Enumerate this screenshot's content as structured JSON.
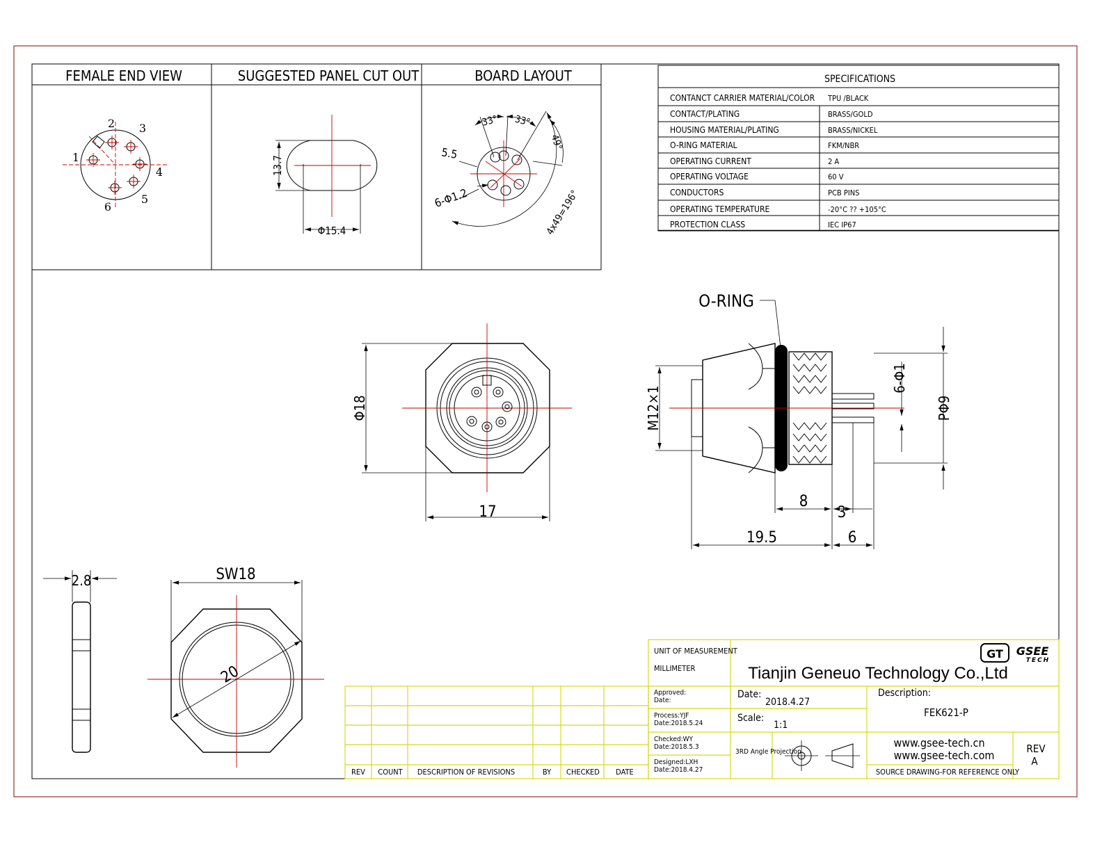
{
  "views": {
    "female_end_view": "FEMALE END VIEW",
    "panel_cut_out": "SUGGESTED PANEL CUT OUT",
    "board_layout": "BOARD   LAYOUT"
  },
  "pin_numbers": [
    "1",
    "2",
    "3",
    "4",
    "5",
    "6"
  ],
  "panel_dims": {
    "height": "13.7",
    "width": "Φ15.4"
  },
  "board_dims": {
    "a1": "33°",
    "a2": "33°",
    "a3": "49°",
    "circle": "5.5",
    "holes": "6-Φ1.2",
    "arc": "4x49=196°"
  },
  "specifications": {
    "title": "SPECIFICATIONS",
    "rows": [
      {
        "label": "CONTANCT CARRIER MATERIAL/COLOR",
        "value": "TPU /BLACK"
      },
      {
        "label": "CONTACT/PLATING",
        "value": "BRASS/GOLD"
      },
      {
        "label": "HOUSING MATERIAL/PLATING",
        "value": "BRASS/NICKEL"
      },
      {
        "label": "O-RING  MATERIAL",
        "value": "FKM/NBR"
      },
      {
        "label": "OPERATING CURRENT",
        "value": "2 A"
      },
      {
        "label": "OPERATING VOLTAGE",
        "value": "60 V"
      },
      {
        "label": "CONDUCTORS",
        "value": "PCB PINS"
      },
      {
        "label": "OPERATING TEMPERATURE",
        "value": "-20°C ?? +105°C"
      },
      {
        "label": "PROTECTION CLASS",
        "value": "IEC  IP67"
      }
    ]
  },
  "front_view_dims": {
    "dia": "Φ18",
    "width": "17"
  },
  "side_view_dims": {
    "oring": "O-RING",
    "thread": "M12×1",
    "pins": "6-Φ1",
    "pitch": "PΦ9",
    "d8": "8",
    "d3": "3",
    "d195": "19.5",
    "d6": "6"
  },
  "nut_dims": {
    "thick": "2.8",
    "sw": "SW18",
    "dia": "20"
  },
  "revision_table": {
    "headers": [
      "REV",
      "COUNT",
      "DESCRIPTION  OF  REVISIONS",
      "BY",
      "CHECKED",
      "DATE"
    ]
  },
  "title_block": {
    "unit_label": "UNIT OF MEASUREMENT",
    "unit_value": "MILLIMETER",
    "company": "Tianjin Geneuo Technology Co.,Ltd",
    "logo_text": "GT",
    "logo_brand": "GSEE",
    "logo_sub": "TECH",
    "approved_label": "Approved:",
    "approved_date": "Date:",
    "date_label": "Date:",
    "date_value": "2018.4.27",
    "description_label": "Description:",
    "description_value": "FEK621-P",
    "process_label": "Process:YJF",
    "process_date": "Date:2018.5.24",
    "scale_label": "Scale:",
    "scale_value": "1:1",
    "checked_label": "Checked:WY",
    "checked_date": "Date:2018.5.3",
    "projection": "3RD Angle Projection",
    "designed_label": "Designed:LXH",
    "designed_date": "Date:2018.4.27",
    "web1": "www.gsee-tech.cn",
    "web2": "www.gsee-tech.com",
    "rev_label": "REV",
    "rev_value": "A",
    "source_note": "SOURCE DRAWING-FOR REFERENCE ONLY"
  },
  "colors": {
    "frame": "#a03030",
    "centerline": "#c00000",
    "title_block": "#d8d820"
  }
}
